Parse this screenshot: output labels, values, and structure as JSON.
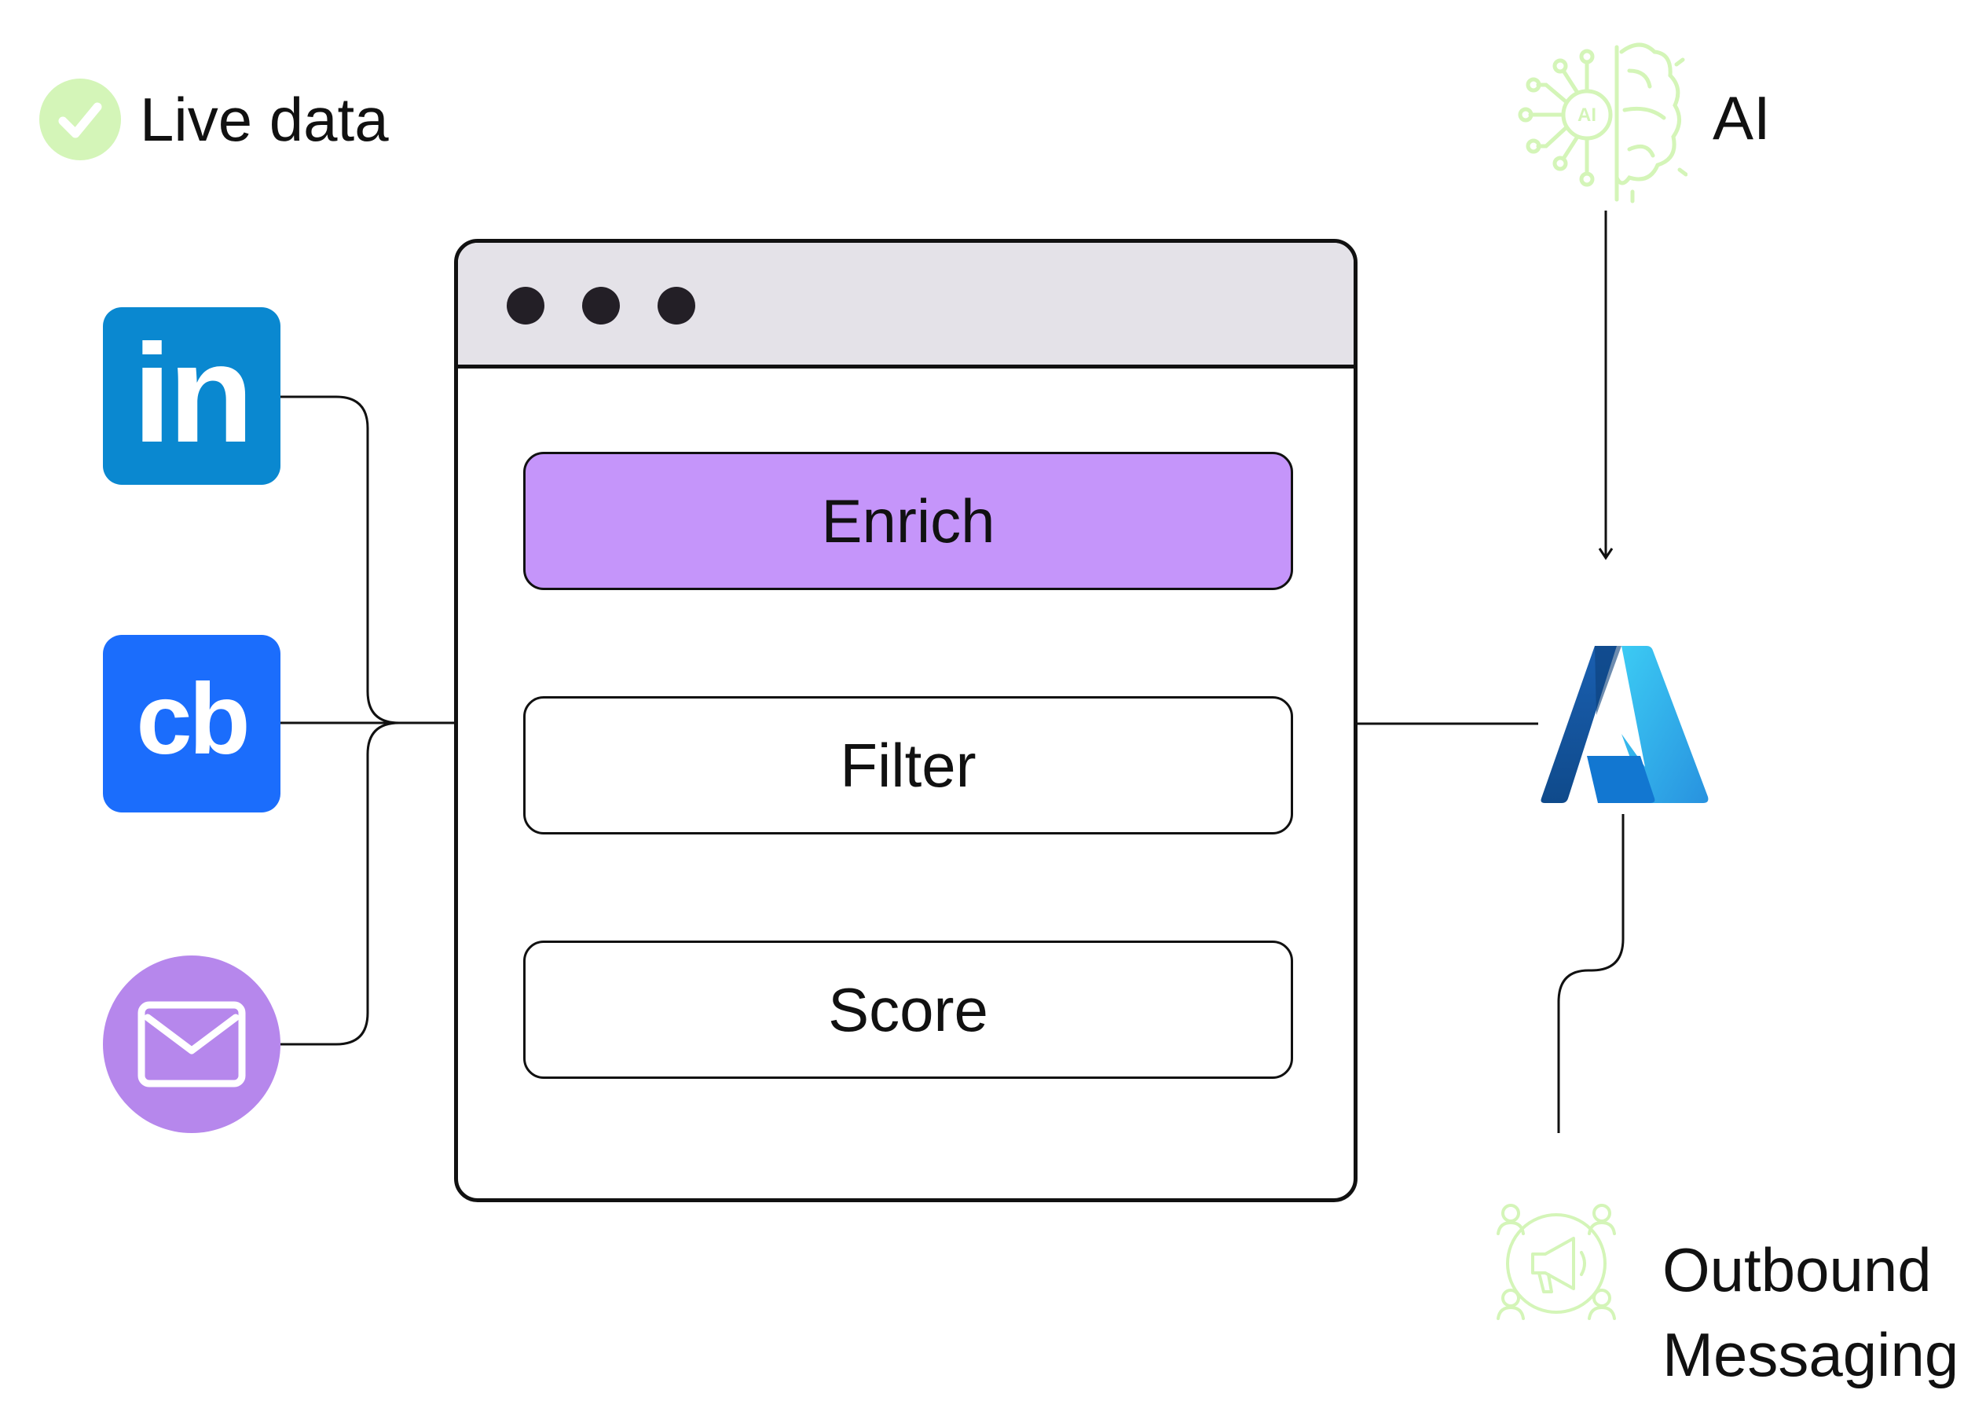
{
  "header": {
    "live_data_label": "Live data"
  },
  "sources": {
    "linkedin_text": "in",
    "crunchbase_text": "cb"
  },
  "pipeline": {
    "steps": [
      {
        "label": "Enrich"
      },
      {
        "label": "Filter"
      },
      {
        "label": "Score"
      }
    ]
  },
  "right": {
    "ai_label": "AI",
    "outbound_line1": "Outbound",
    "outbound_line2": "Messaging"
  },
  "icons": {
    "check": "check-icon",
    "linkedin": "linkedin-icon",
    "crunchbase": "crunchbase-icon",
    "email": "envelope-icon",
    "ai": "ai-brain-icon",
    "azure": "azure-icon",
    "outbound": "megaphone-people-icon"
  },
  "colors": {
    "live_check_bg": "#d4f5b8",
    "linkedin_bg": "#0a88d0",
    "crunchbase_bg": "#1b6dfc",
    "email_bg": "#b687ec",
    "enrich_bg": "#c595fa",
    "titlebar_bg": "#e4e2e8",
    "ai_icon": "#d4f5b8",
    "azure_dark": "#114a8b",
    "azure_light": "#35c1f1"
  }
}
